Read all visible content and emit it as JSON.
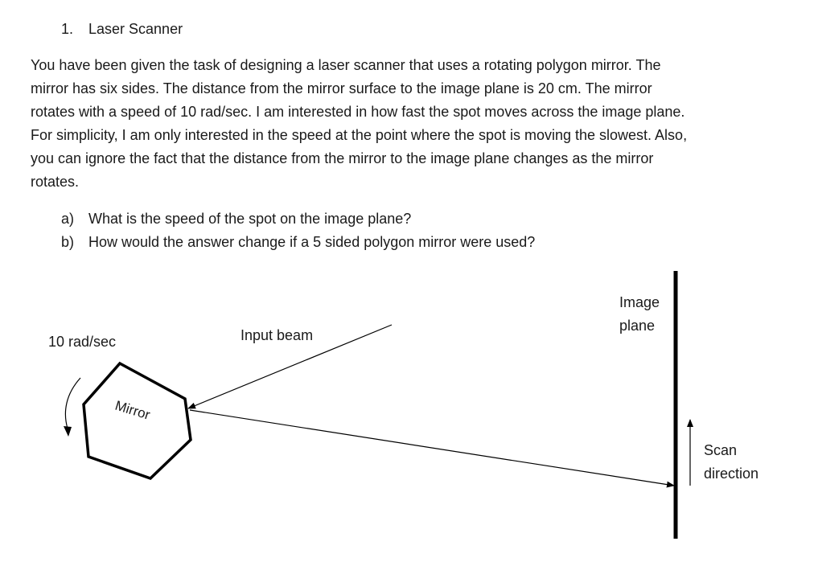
{
  "heading": {
    "number": "1.",
    "title": "Laser Scanner"
  },
  "paragraph_lines": [
    "You have been given the task of designing a laser scanner that uses a rotating polygon mirror.  The",
    "mirror has six sides.  The distance from the mirror surface to the image plane is 20 cm.  The mirror",
    "rotates with a speed of 10 rad/sec.  I am interested in how fast the spot moves across the image plane.",
    "For simplicity, I am only interested in the speed at the point where the spot is moving the slowest.  Also,",
    "you can ignore the fact that the distance from the mirror to the image plane changes as the mirror",
    "rotates."
  ],
  "questions": [
    {
      "marker": "a)",
      "text": "What is the speed of the spot on the image plane?"
    },
    {
      "marker": "b)",
      "text": "How would the answer change if a 5 sided polygon mirror were used?"
    }
  ],
  "diagram": {
    "rotation_label": "10 rad/sec",
    "input_beam_label": "Input beam",
    "mirror_label": "Mirror",
    "image_plane_label_line1": "Image",
    "image_plane_label_line2": "plane",
    "scan_label_line1": "Scan",
    "scan_label_line2": "direction",
    "line_color": "#000000"
  }
}
